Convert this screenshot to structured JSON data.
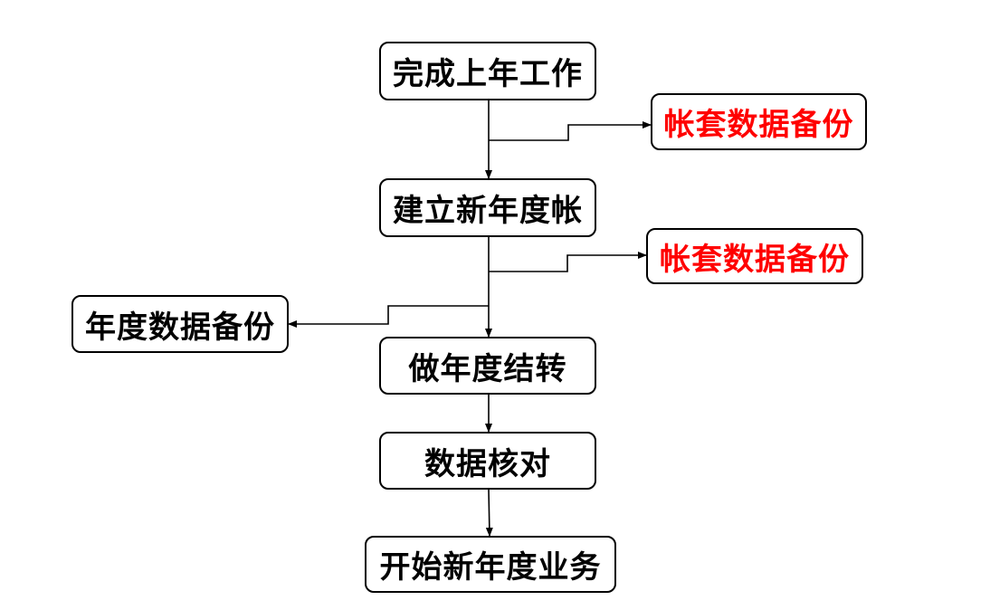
{
  "flow": {
    "steps": [
      "完成上年工作",
      "建立新年度帐",
      "做年度结转",
      "数据核对",
      "开始新年度业务"
    ],
    "branches": [
      "帐套数据备份",
      "帐套数据备份",
      "年度数据备份"
    ]
  },
  "colors": {
    "line": "#000000",
    "text": "#000000",
    "highlight_text": "#ff0000",
    "box_border": "#000000",
    "background": "#ffffff"
  }
}
